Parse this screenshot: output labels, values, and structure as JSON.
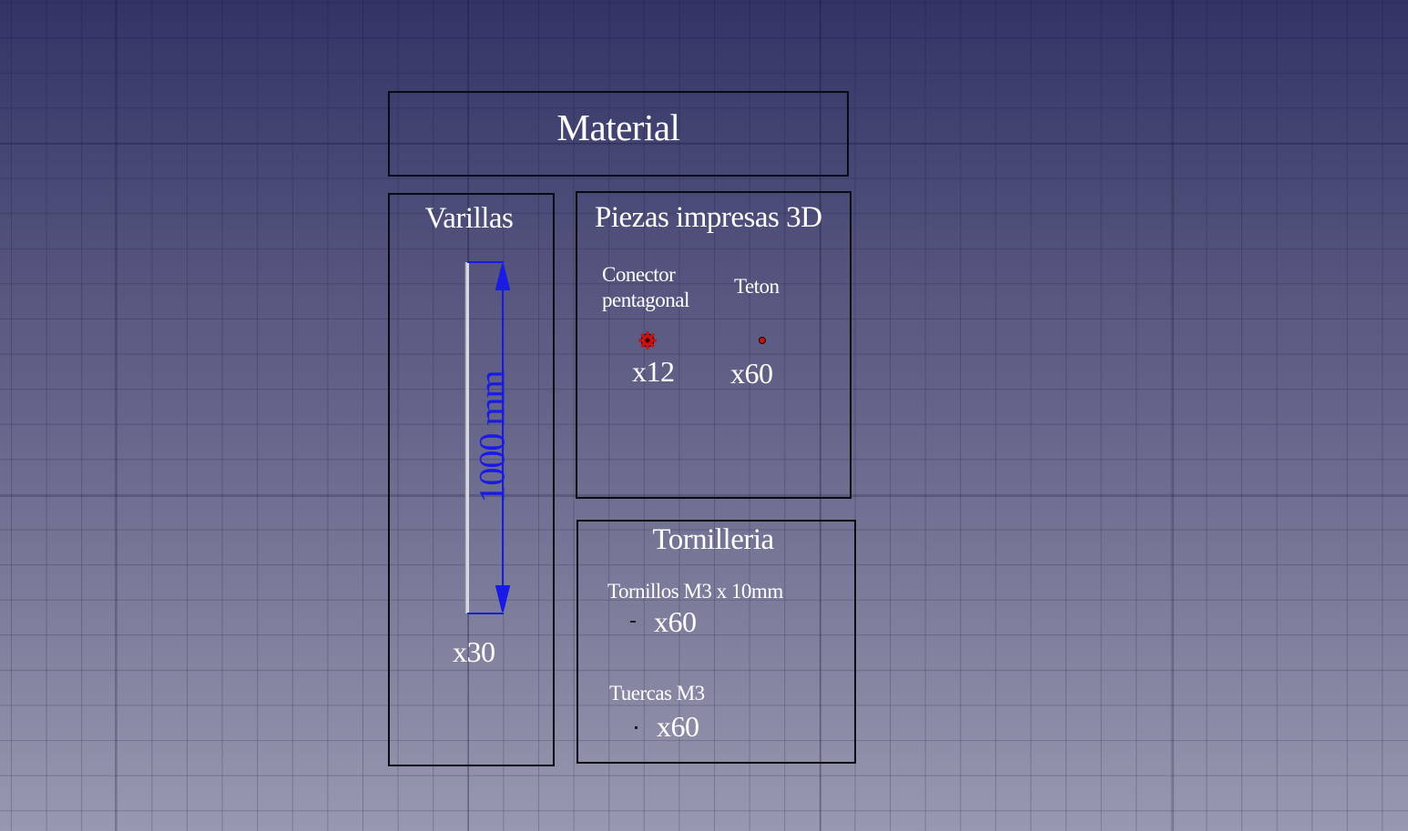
{
  "material": {
    "title": "Material"
  },
  "rods": {
    "title": "Varillas",
    "dimension": "1000 mm",
    "quantity": "x30"
  },
  "printed_parts": {
    "title": "Piezas impresas 3D",
    "connector": {
      "label": "Conector pentagonal",
      "quantity": "x12",
      "color": "#cc1111"
    },
    "teton": {
      "label": "Teton",
      "quantity": "x60",
      "color": "#cc1111"
    }
  },
  "hardware": {
    "title": "Tornilleria",
    "screws": {
      "label": "Tornillos M3 x 10mm",
      "quantity": "x60"
    },
    "nuts": {
      "label": "Tuercas M3",
      "quantity": "x60"
    }
  },
  "colors": {
    "background_top": "#333366",
    "background_bottom": "#9898b0",
    "frame": "#0a0a14",
    "dimension": "#1a1ae6",
    "parts": "#cc1111"
  }
}
